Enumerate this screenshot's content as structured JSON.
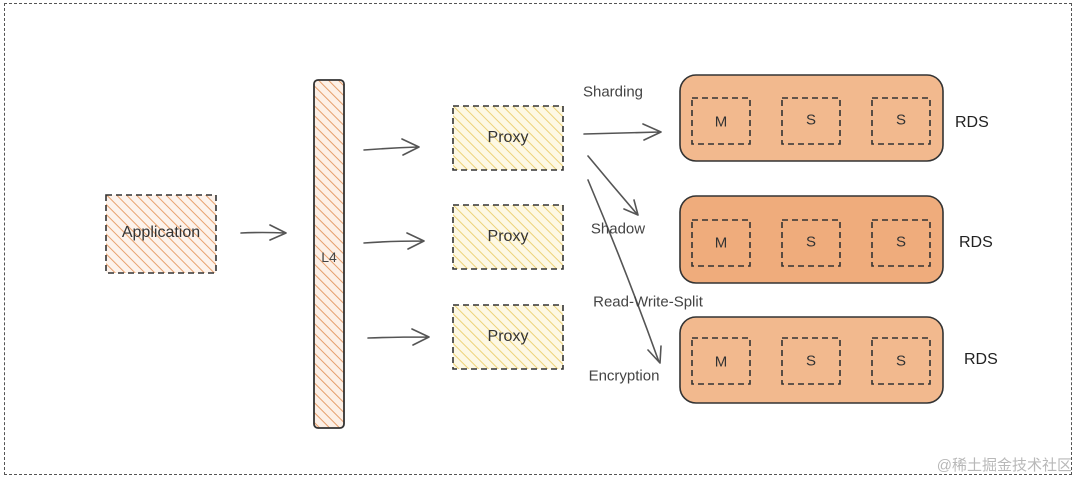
{
  "application": {
    "label": "Application"
  },
  "l4": {
    "label": "L4"
  },
  "proxies": [
    {
      "label": "Proxy"
    },
    {
      "label": "Proxy"
    },
    {
      "label": "Proxy"
    }
  ],
  "features": {
    "sharding": "Sharding",
    "shadow": "Shadow",
    "read_write_split": "Read-Write-Split",
    "encryption": "Encryption"
  },
  "rds_clusters": [
    {
      "label": "RDS",
      "nodes": [
        "M",
        "S",
        "S"
      ]
    },
    {
      "label": "RDS",
      "nodes": [
        "M",
        "S",
        "S"
      ]
    },
    {
      "label": "RDS",
      "nodes": [
        "M",
        "S",
        "S"
      ]
    }
  ],
  "watermark": "@稀土掘金技术社区",
  "colors": {
    "application_hatch": "#e8a26f",
    "l4_hatch": "#e8a26f",
    "proxy_hatch": "#eccf6a",
    "rds_fill": "#f2b98e",
    "rds_fill_dark": "#efac7c",
    "border": "#333333"
  }
}
